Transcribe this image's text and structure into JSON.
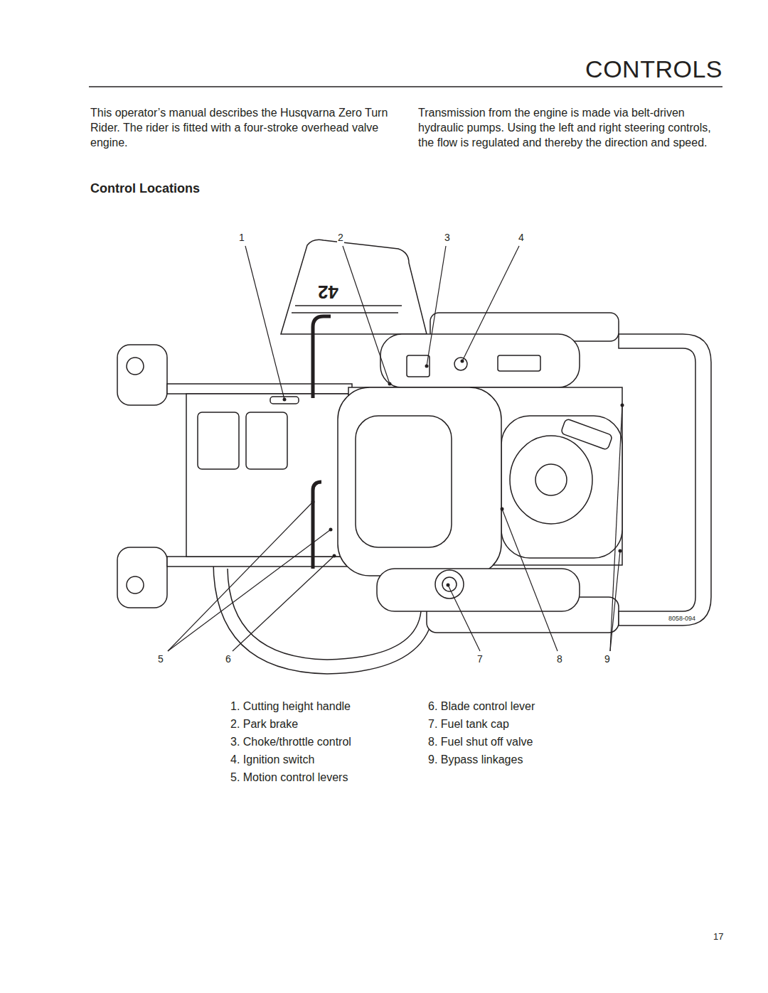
{
  "diagram": {
    "title": "CONTROLS",
    "labels": [
      "This operator’s manual describes the Husqvarna Zero Turn Rider. The rider is fitted with a four-stroke overhead valve engine.",
      "Transmission from the engine is made via belt-driven hydraulic pumps. Using the left and right steering controls, the flow is regulated and thereby the direction and speed.",
      "Control Locations",
      "1",
      "2",
      "3",
      "4",
      "5",
      "6",
      "7",
      "8",
      "9",
      "42",
      "1. Cutting height handle",
      "2. Park brake",
      "3. Choke/throttle control",
      "4. Ignition switch",
      "5. Motion control levers",
      "6. Blade control lever",
      "7. Fuel tank cap",
      "8. Fuel shut off valve",
      "9. Bypass linkages",
      "8058-094",
      "17"
    ]
  }
}
